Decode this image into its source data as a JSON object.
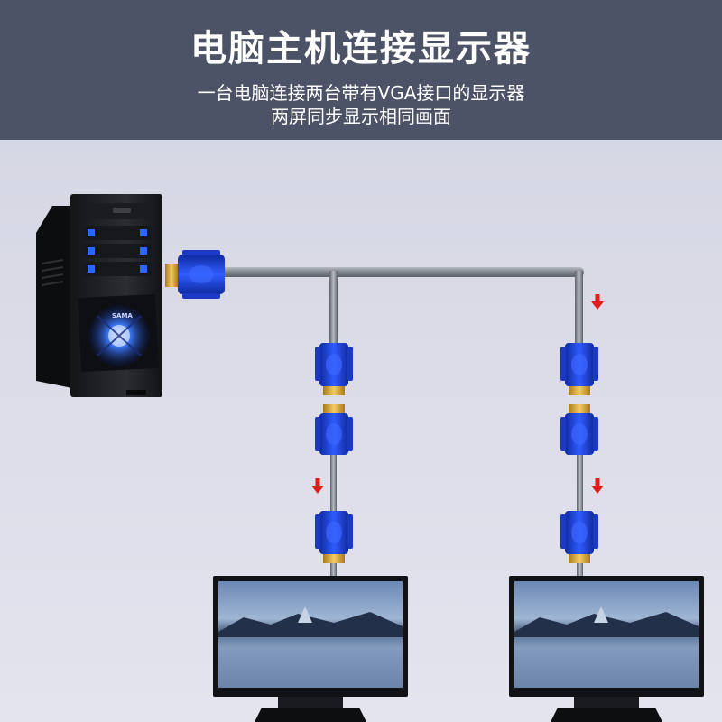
{
  "header": {
    "title": "电脑主机连接显示器",
    "subtitle_line1": "一台电脑连接两台带有VGA接口的显示器",
    "subtitle_line2": "两屏同步显示相同画面"
  },
  "pc": {
    "brand_label": "SAMA"
  },
  "colors": {
    "header_bg": "#4d5366",
    "background": "#dcdde8",
    "connector_blue": "#1c3fd1",
    "connector_gold": "#d9a531",
    "arrow_red": "#e21b1b",
    "cable_gray": "#8f949e"
  },
  "icons": [
    "pc-tower-icon",
    "vga-connector-icon",
    "monitor-icon",
    "down-arrow-icon"
  ]
}
